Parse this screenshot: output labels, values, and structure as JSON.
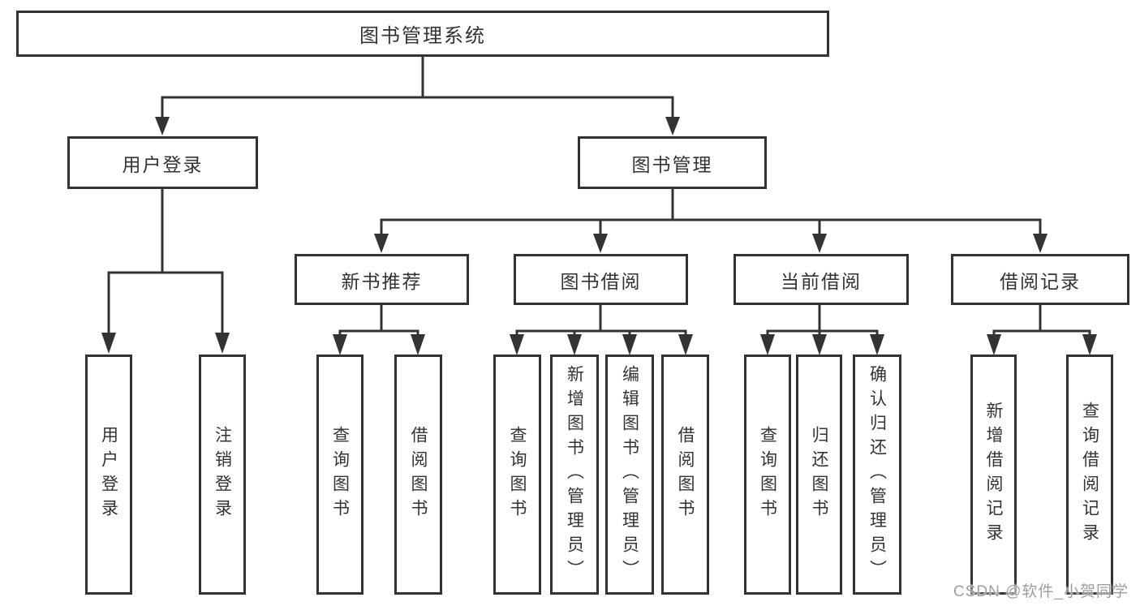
{
  "tree": {
    "root": "图书管理系统",
    "user": {
      "label": "用户登录",
      "children": [
        "用户登录",
        "注销登录"
      ]
    },
    "manage": {
      "label": "图书管理",
      "groups": [
        {
          "label": "新书推荐",
          "children": [
            "查询图书",
            "借阅图书"
          ]
        },
        {
          "label": "图书借阅",
          "children": [
            "查询图书",
            "新增图书（管理员）",
            "编辑图书（管理员）",
            "借阅图书"
          ]
        },
        {
          "label": "当前借阅",
          "children": [
            "查询图书",
            "归还图书",
            "确认归还（管理员）"
          ]
        },
        {
          "label": "借阅记录",
          "children": [
            "新增借阅记录",
            "查询借阅记录"
          ]
        }
      ]
    }
  },
  "watermark": "CSDN @软件_小贺同学",
  "colors": {
    "line": "#333333",
    "text": "#333333",
    "watermark": "#9e9e9e",
    "background": "#ffffff"
  }
}
